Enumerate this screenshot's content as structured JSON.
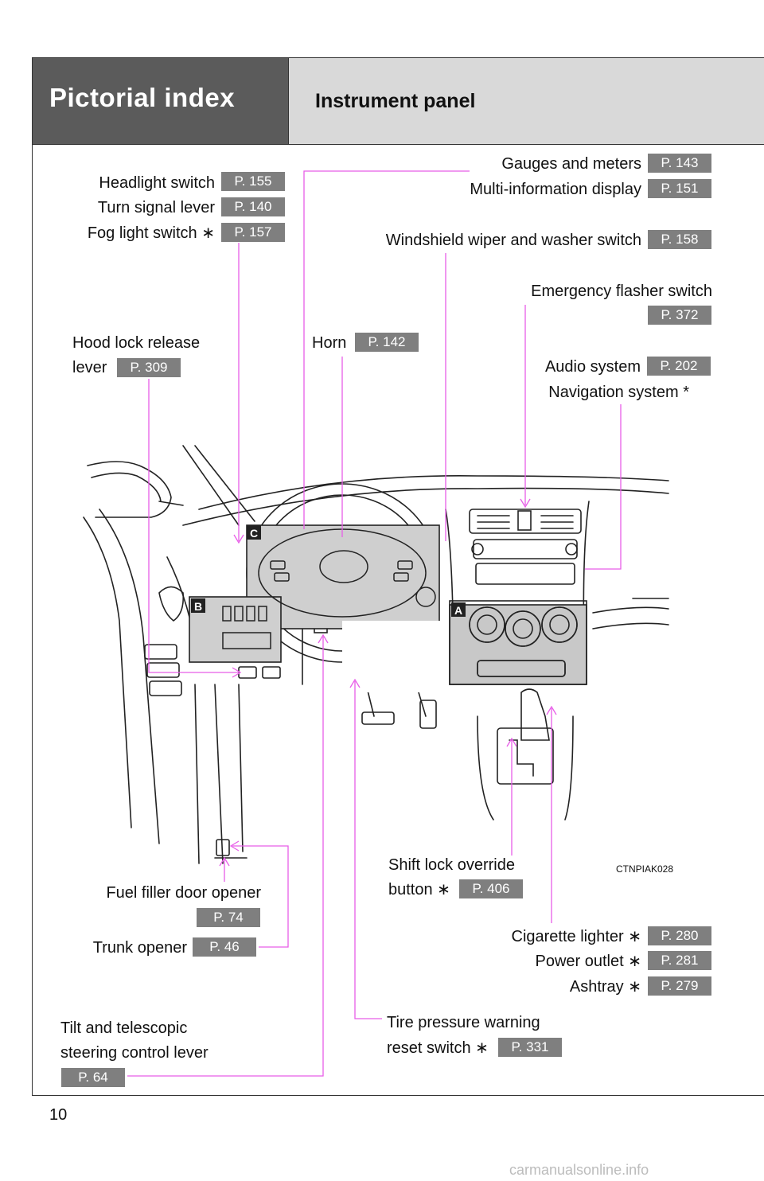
{
  "header": {
    "section_title": "Pictorial index",
    "subtitle": "Instrument panel"
  },
  "page_number": "10",
  "watermark": "carmanualsonline.info",
  "image_code": "CTNPIAK028",
  "callout_letters": {
    "a": "A",
    "b": "B",
    "c": "C"
  },
  "callouts": {
    "headlight": {
      "label": "Headlight switch",
      "page": "P. 155"
    },
    "turn_signal": {
      "label": "Turn signal lever",
      "page": "P. 140"
    },
    "fog_light": {
      "label": "Fog light switch ∗",
      "page": "P. 157"
    },
    "gauges": {
      "label": "Gauges and meters",
      "page": "P. 143"
    },
    "multi_info": {
      "label": "Multi-information display",
      "page": "P. 151"
    },
    "wiper": {
      "label": "Windshield wiper and washer switch",
      "page": "P. 158"
    },
    "flasher": {
      "label": "Emergency flasher switch",
      "page": "P. 372"
    },
    "hood_release": {
      "label_line1": "Hood lock release",
      "label_line2": "lever",
      "page": "P. 309"
    },
    "horn": {
      "label": "Horn",
      "page": "P. 142"
    },
    "audio": {
      "label": "Audio system",
      "page": "P. 202"
    },
    "navigation": {
      "label": "Navigation system *"
    },
    "shift_lock": {
      "label_line1": "Shift lock override",
      "label_line2": "button ∗",
      "page": "P. 406"
    },
    "fuel_door": {
      "label": "Fuel filler door opener",
      "page": "P. 74"
    },
    "trunk": {
      "label": "Trunk opener",
      "page": "P. 46"
    },
    "cigarette": {
      "label": "Cigarette lighter ∗",
      "page": "P. 280"
    },
    "power_outlet": {
      "label": "Power outlet ∗",
      "page": "P. 281"
    },
    "ashtray": {
      "label": "Ashtray ∗",
      "page": "P. 279"
    },
    "tilt": {
      "label_line1": "Tilt and telescopic",
      "label_line2": "steering control lever",
      "page": "P. 64"
    },
    "tire": {
      "label_line1": "Tire pressure warning",
      "label_line2": "reset switch ∗",
      "page": "P. 331"
    }
  },
  "colors": {
    "header_dark": "#5b5b5b",
    "header_light": "#d9d9d9",
    "badge": "#7f7f7f",
    "leader": "#e85ee8"
  }
}
